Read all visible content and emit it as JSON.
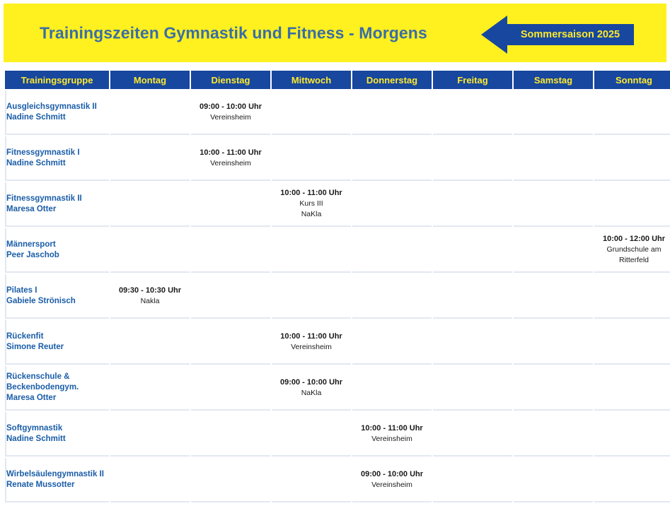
{
  "banner": {
    "title": "Trainingszeiten Gymnastik und Fitness - Morgens",
    "badge_label": "Sommersaison 2025",
    "background_color": "#FFF01F",
    "title_color": "#3A6EA5",
    "badge_color": "#17479E",
    "badge_text_color": "#FFE92E"
  },
  "table": {
    "columns": [
      "Trainingsgruppe",
      "Montag",
      "Dienstag",
      "Mittwoch",
      "Donnerstag",
      "Freitag",
      "Samstag",
      "Sonntag"
    ],
    "header_bg": "#17479E",
    "header_text_color": "#FFE92E",
    "slot_bg": "#FAF0A5",
    "group_text_color": "#1A5DA8",
    "rows": [
      {
        "group": "Ausgleichsgymnastik  II",
        "trainer": "Nadine Schmitt",
        "slots": {
          "Dienstag": {
            "time": "09:00 - 10:00 Uhr",
            "lines": [
              "Vereinsheim"
            ]
          }
        }
      },
      {
        "group": "Fitnessgymnastik I",
        "trainer": "Nadine Schmitt",
        "slots": {
          "Dienstag": {
            "time": "10:00 - 11:00 Uhr",
            "lines": [
              "Vereinsheim"
            ]
          }
        }
      },
      {
        "group": "Fitnessgymnastik II",
        "trainer": "Maresa Otter",
        "slots": {
          "Mittwoch": {
            "time": "10:00 - 11:00 Uhr",
            "lines": [
              "Kurs III",
              "NaKla"
            ]
          }
        }
      },
      {
        "group": "Männersport",
        "trainer": "Peer Jaschob",
        "slots": {
          "Sonntag": {
            "time": "10:00 - 12:00 Uhr",
            "lines": [
              "Grundschule am",
              "Ritterfeld"
            ]
          }
        }
      },
      {
        "group": "Pilates I",
        "trainer": "Gabiele Strönisch",
        "slots": {
          "Montag": {
            "time": "09:30 - 10:30 Uhr",
            "lines": [
              "Nakla"
            ]
          }
        }
      },
      {
        "group": "Rückenfit",
        "trainer": "Simone Reuter",
        "slots": {
          "Mittwoch": {
            "time": "10:00 - 11:00 Uhr",
            "lines": [
              "Vereinsheim"
            ]
          }
        }
      },
      {
        "group": "Rückenschule &",
        "group_line2": "Beckenbodengym.",
        "trainer": "Maresa Otter",
        "slots": {
          "Mittwoch": {
            "time": "09:00 - 10:00 Uhr",
            "lines": [
              "NaKla"
            ]
          }
        }
      },
      {
        "group": "Softgymnastik",
        "trainer": "Nadine Schmitt",
        "slots": {
          "Donnerstag": {
            "time": "10:00 - 11:00 Uhr",
            "lines": [
              "Vereinsheim"
            ]
          }
        }
      },
      {
        "group": "Wirbelsäulengymnastik II",
        "trainer": "Renate Mussotter",
        "slots": {
          "Donnerstag": {
            "time": "09:00 - 10:00 Uhr",
            "lines": [
              "Vereinsheim"
            ]
          }
        }
      }
    ]
  }
}
